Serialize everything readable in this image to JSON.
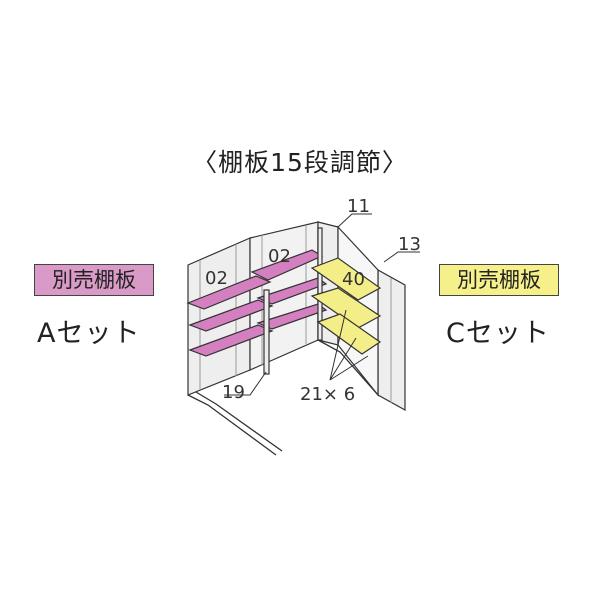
{
  "title": "〈棚板15段調節〉",
  "left": {
    "badge": "別売棚板",
    "set": "Aセット",
    "badge_color": "#d99ac8"
  },
  "right": {
    "badge": "別売棚板",
    "set": "Cセット",
    "badge_color": "#f5f08a"
  },
  "callouts": {
    "shelf_a1": "02",
    "shelf_a2": "02",
    "shelf_c": "40",
    "part_11": "11",
    "part_13": "13",
    "part_19": "19",
    "part_21": "21× 6"
  },
  "colors": {
    "shelf_a": "#d37fc0",
    "shelf_c": "#f3ee88",
    "panel": "#eeeeee",
    "line": "#333333"
  }
}
